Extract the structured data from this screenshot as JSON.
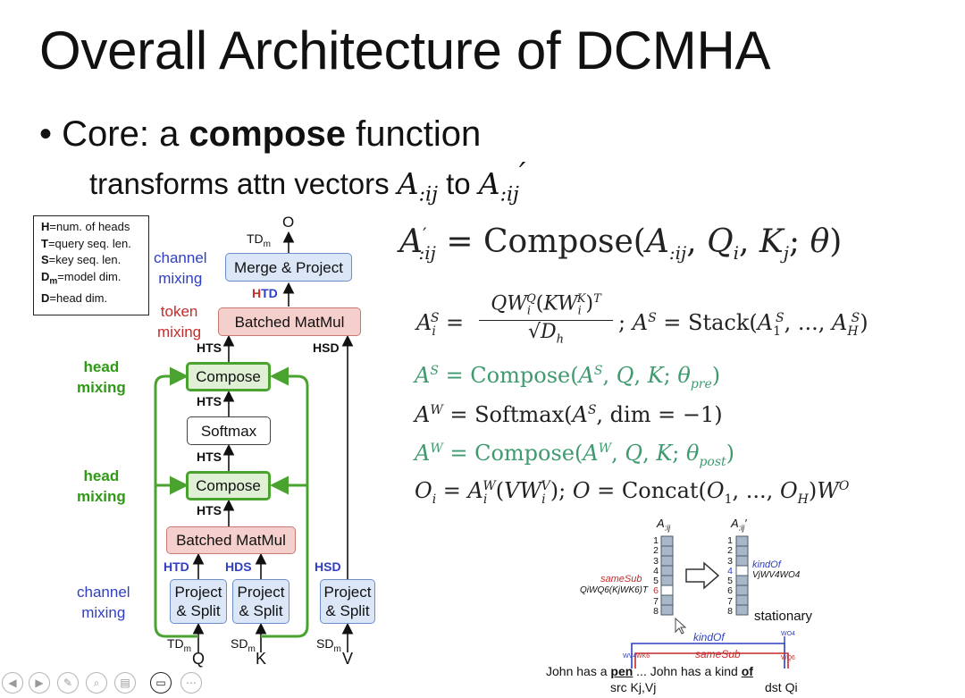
{
  "slide": {
    "title": "Overall Architecture of DCMHA",
    "bullet_prefix": "Core: a ",
    "bullet_bold": "compose",
    "bullet_suffix": " function",
    "subline_text": "transforms attn vectors ",
    "subline_from": "A",
    "subline_from_sub": ":ij",
    "subline_to_word": " to ",
    "subline_to": "A",
    "subline_to_sub": ":ij",
    "subline_to_prime": "′"
  },
  "legend": [
    {
      "key": "H",
      "sub": "",
      "desc": "=num. of heads"
    },
    {
      "key": "T",
      "sub": "",
      "desc": "=query seq. len."
    },
    {
      "key": "S",
      "sub": "",
      "desc": "=key seq. len."
    },
    {
      "key": "D",
      "sub": "m",
      "desc": "=model dim."
    },
    {
      "key": "D",
      "sub": "",
      "desc": "=head dim."
    }
  ],
  "diagram": {
    "output_label": "O",
    "labels": {
      "channel_mixing_top": [
        "channel",
        "mixing"
      ],
      "token_mixing": [
        "token",
        "mixing"
      ],
      "head_mixing_1": [
        "head",
        "mixing"
      ],
      "head_mixing_2": [
        "head",
        "mixing"
      ],
      "channel_mixing_bottom": [
        "channel",
        "mixing"
      ]
    },
    "nodes": {
      "merge_project": "Merge & Project",
      "batched_matmul_top": "Batched MatMul",
      "compose_top": "Compose",
      "softmax": "Softmax",
      "compose_bottom": "Compose",
      "batched_matmul_bottom": "Batched MatMul",
      "project_split_q": [
        "Project",
        "& Split"
      ],
      "project_split_k": [
        "Project",
        "& Split"
      ],
      "project_split_v": [
        "Project",
        "& Split"
      ]
    },
    "dims": {
      "td_m_out": "TD",
      "td_m_out_sub": "m",
      "htd_top": "HTD",
      "hts_1": "HTS",
      "hts_2": "HTS",
      "hts_3": "HTS",
      "hts_4": "HTS",
      "hsd_top": "HSD",
      "htd_bottom": "HTD",
      "hds": "HDS",
      "hsd_bottom": "HSD",
      "td_m_q": "TD",
      "sd_m_k": "SD",
      "sd_m_v": "SD",
      "sub_m": "m"
    },
    "inputs": {
      "q": "Q",
      "k": "K",
      "v": "V"
    }
  },
  "equations": {
    "main": "A′:ij = Compose(A:ij, Qi, Kj; θ)",
    "eq1_lhs": "AiS =",
    "eq1_num": "QWiQ(KWiK)T",
    "eq1_den": "√Dh",
    "eq1_rhs": "; AS = Stack(A1S, ..., AHS)",
    "eq2": "AS = Compose(AS, Q, K; θpre)",
    "eq3": "AW = Softmax(AS, dim = −1)",
    "eq4": "AW = Compose(AW, Q, K; θpost)",
    "eq5": "Oi = AiW(VWiV); O = Concat(O1, ..., OH)WO"
  },
  "illustration": {
    "left_header": "A:ij",
    "right_header": "A:ij′",
    "left_indices": [
      "1",
      "2",
      "3",
      "4",
      "5",
      "6",
      "7",
      "8"
    ],
    "right_indices": [
      "1",
      "2",
      "3",
      "4",
      "5",
      "6",
      "7",
      "8"
    ],
    "same_sub_label": "sameSub",
    "same_sub_formula": "QiWQ6(KjWK6)T",
    "kind_of_label": "kindOf",
    "kind_of_formula": "VjWV4WO4",
    "stationary": "stationary",
    "sentence_part1": "John has a ",
    "sentence_pen": "pen",
    "sentence_part2": " ... John has a kind ",
    "sentence_of": "of",
    "src_label": "src Kj,Vj",
    "dst_label": "dst Qi",
    "arc_kind_of": "kindOf",
    "arc_same_sub": "sameSub",
    "arc_wv4": "WV4",
    "arc_wo4": "WO4",
    "arc_wk6": "WK6",
    "arc_wq6": "WQ6"
  },
  "colors": {
    "blue_text": "#2f3fc4",
    "red_text": "#c52d2d",
    "green_text": "#2f9a16",
    "green_eq": "#3f9a6f",
    "node_blue": "#dbe6f7",
    "node_red": "#f4cfcb",
    "node_green": "#dff0d4"
  },
  "toolbar_icons": [
    "back-icon",
    "forward-icon",
    "pen-icon",
    "zoom-icon",
    "slides-icon",
    "camera-icon",
    "more-icon"
  ]
}
